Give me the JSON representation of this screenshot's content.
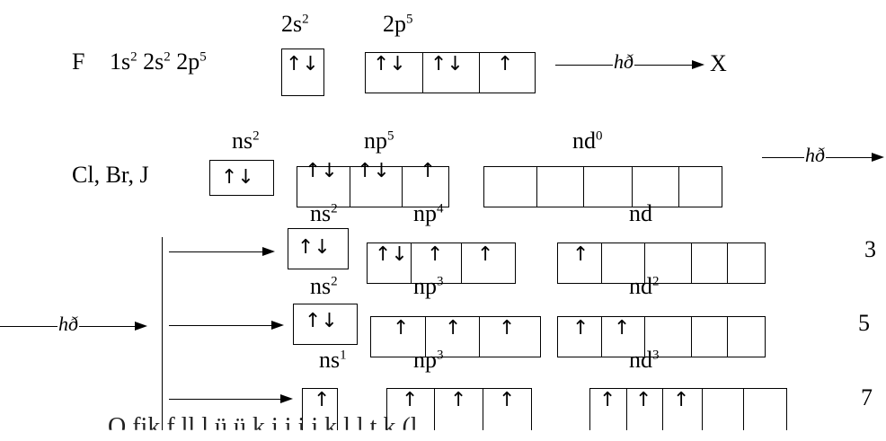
{
  "fluorine": {
    "symbol": "F",
    "config": [
      "1s",
      "2",
      " 2s",
      "2",
      " 2p",
      "5"
    ],
    "label_2s": [
      "2s",
      "2"
    ],
    "label_2p": [
      "2p",
      "5"
    ],
    "hv": "hð",
    "result": "X"
  },
  "halogens": {
    "symbols": "Cl, Br, J",
    "label_ns": [
      "ns",
      "2"
    ],
    "label_np": [
      "np",
      "5"
    ],
    "label_nd": [
      "nd",
      "0"
    ],
    "hv": "hð"
  },
  "excited": {
    "hv": "hð",
    "rows": [
      {
        "ns": [
          "ns",
          "2"
        ],
        "np": [
          "np",
          "4"
        ],
        "nd": [
          "nd",
          ""
        ],
        "valence": "3"
      },
      {
        "ns": [
          "ns",
          "2"
        ],
        "np": [
          "np",
          "3"
        ],
        "nd": [
          "nd",
          "2"
        ],
        "valence": "5"
      },
      {
        "ns": [
          "ns",
          "1"
        ],
        "np": [
          "np",
          "3"
        ],
        "nd": [
          "nd",
          "3"
        ],
        "valence": "7"
      }
    ]
  },
  "footer_text": "Q   fik f     ll     l       ü    ü       k      i  i    i  i k l         l    t   k  (l"
}
